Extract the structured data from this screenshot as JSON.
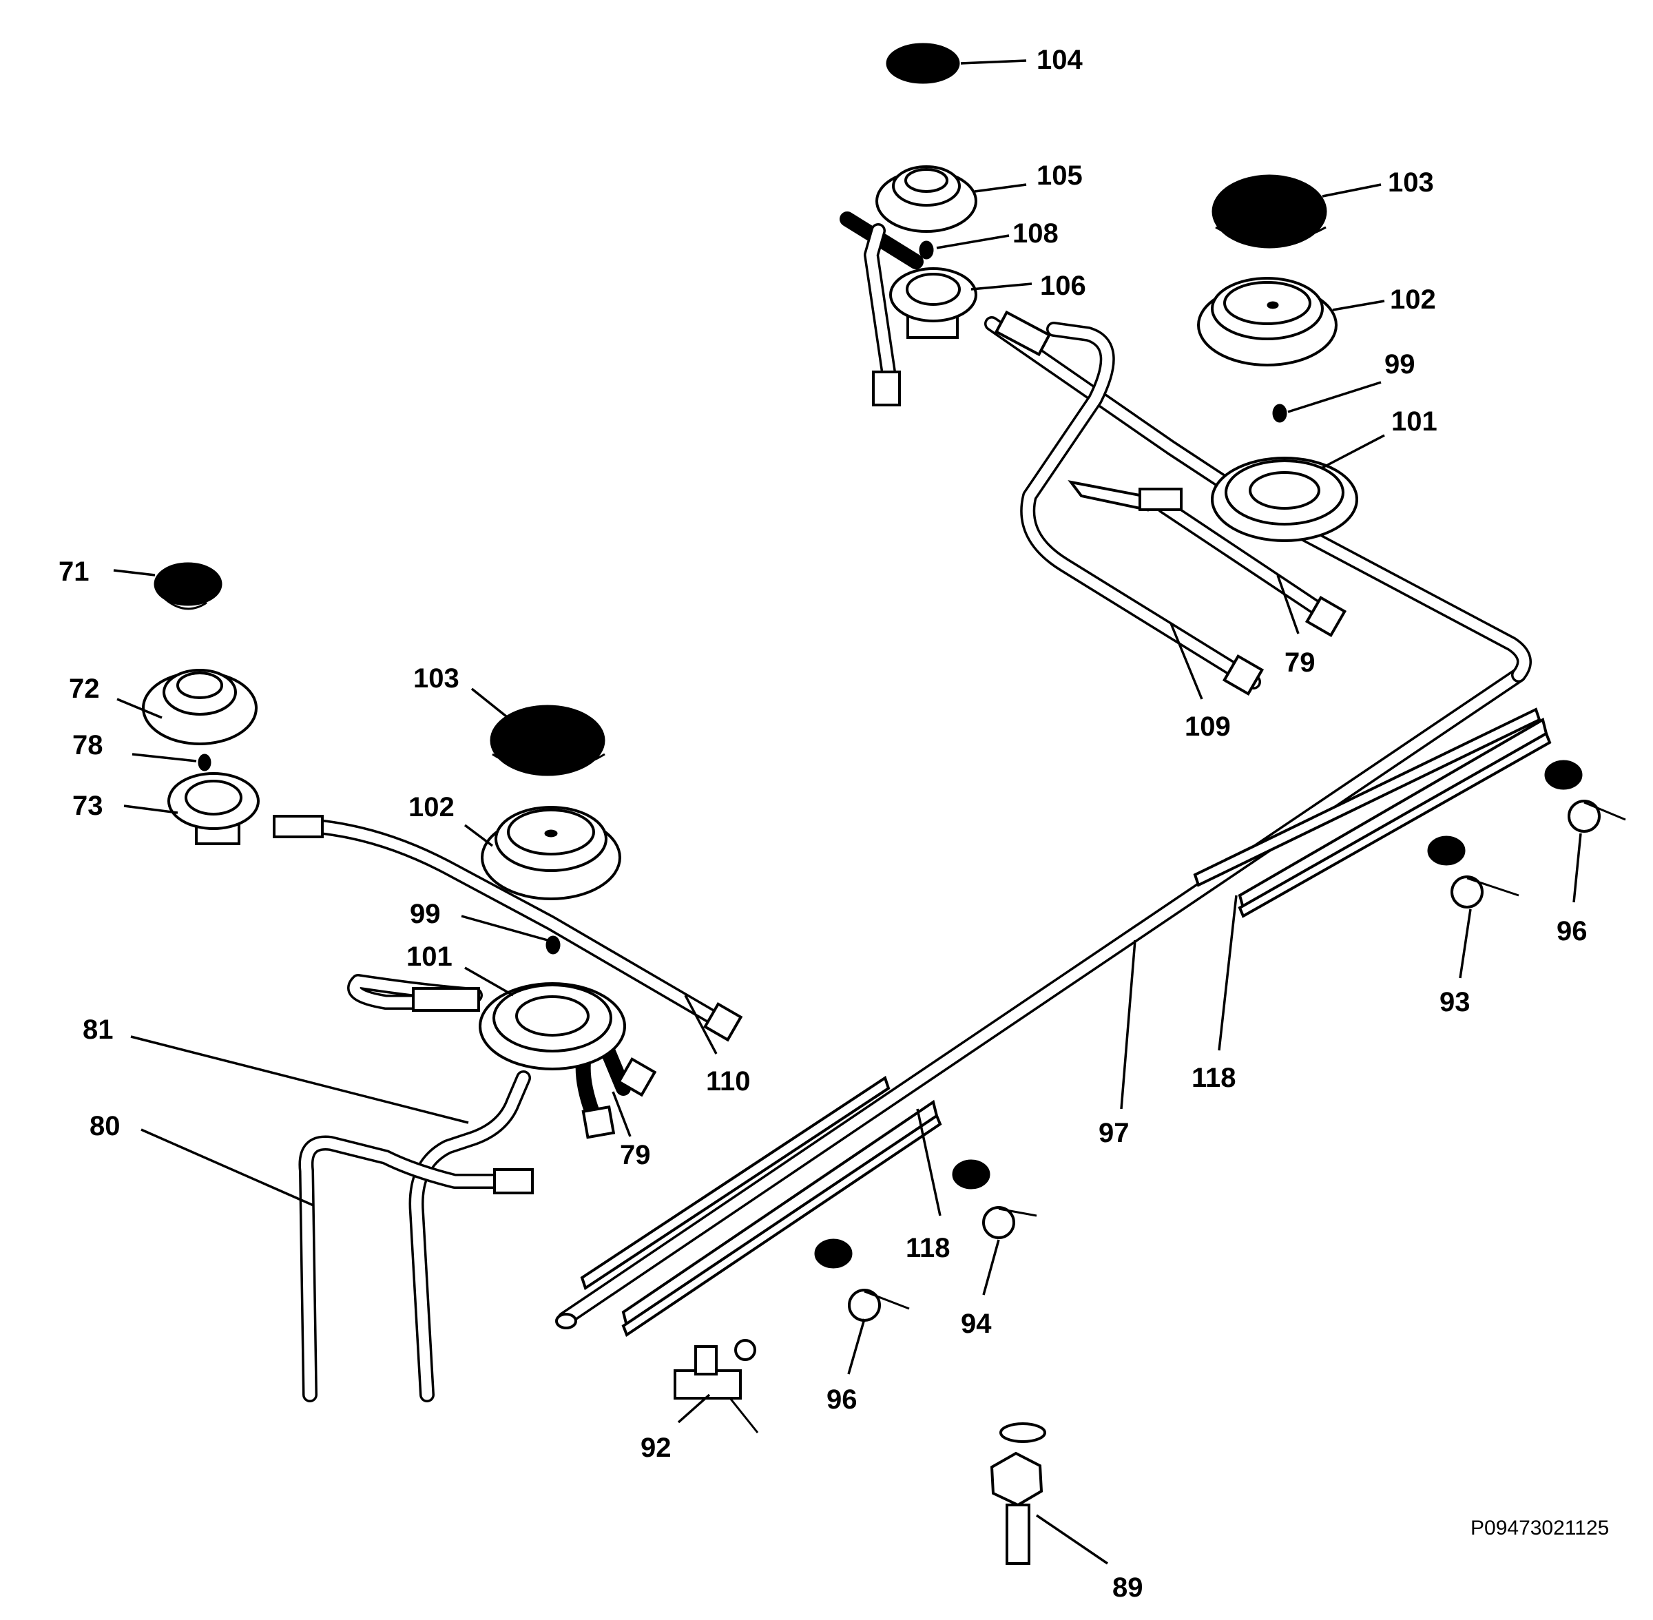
{
  "diagram_code": "P09473021125",
  "labels": {
    "l104": "104",
    "l105": "105",
    "l108": "108",
    "l106": "106",
    "l103_right": "103",
    "l102_right": "102",
    "l99_right": "99",
    "l101_right": "101",
    "l79_right": "79",
    "l109": "109",
    "l71": "71",
    "l72": "72",
    "l78": "78",
    "l73": "73",
    "l103_left": "103",
    "l102_left": "102",
    "l99_left": "99",
    "l101_left": "101",
    "l110": "110",
    "l81": "81",
    "l80": "80",
    "l79_left": "79",
    "l96_right": "96",
    "l93": "93",
    "l118_right": "118",
    "l97": "97",
    "l118_left": "118",
    "l94": "94",
    "l96_left": "96",
    "l92": "92",
    "l89": "89"
  }
}
